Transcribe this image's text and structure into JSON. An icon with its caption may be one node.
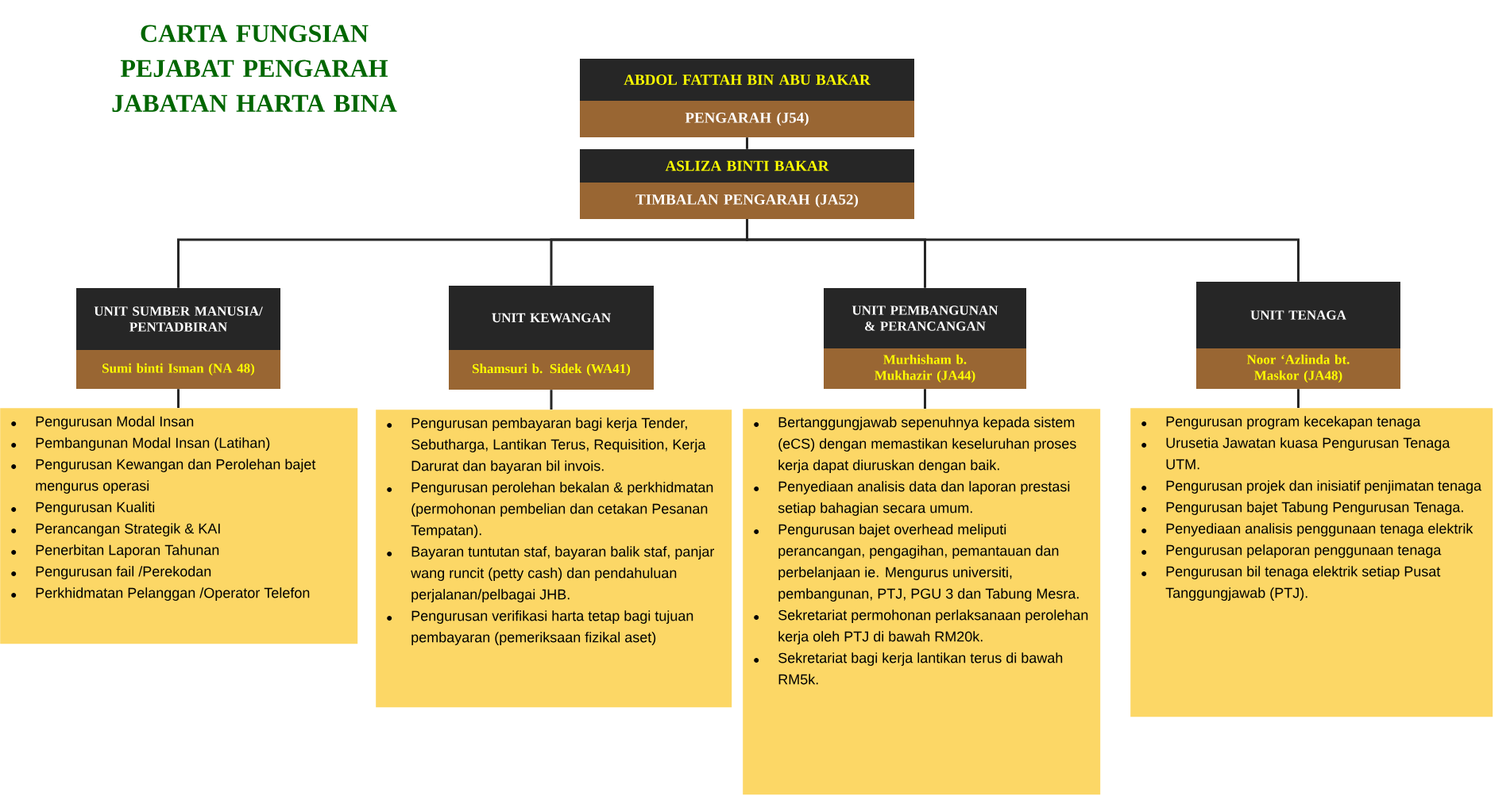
{
  "diagram": {
    "title": "CARTA FUNGSIAN PEJABAT PENGARAH JABATAN HARTA BINA",
    "nodes": [
      {
        "text": [
          "ABDOL FATTAH BIN ABU BAKAR",
          "PENGARAH (J54)"
        ]
      },
      {
        "text": [
          "ASLIZA BINTI BAKAR",
          "TIMBALAN PENGARAH  (JA52)"
        ]
      },
      {
        "text": [
          "UNIT SUMBER MANUSIA/ PENTADBIRAN",
          "Sumi binti Isman (NA 48)"
        ]
      },
      {
        "text": [
          "UNIT KEWANGAN",
          "Shamsuri b. Sidek (WA41)"
        ]
      },
      {
        "text": [
          "UNIT PEMBANGUNAN & PERANCANGAN",
          "Murhisham b. Mukhazir (JA44)"
        ]
      },
      {
        "text": [
          "UNIT TENAGA",
          "Noor ‘Azlinda bt. Maskor (JA48)"
        ]
      },
      {
        "text": [
          "Pengurusan Modal Insan",
          "Pembangunan Modal Insan (Latihan)",
          "Pengurusan Kewangan dan Perolehan bajet mengurus operasi",
          "Pengurusan Kualiti",
          "Perancangan Strategik & KAI",
          "Penerbitan Laporan Tahunan",
          "Pengurusan fail /Perekodan",
          "Perkhidmatan Pelanggan /Operator Telefon"
        ]
      },
      {
        "text": [
          "Pengurusan pembayaran bagi kerja Tender, Sebutharga, Lantikan Terus, Requisition, Kerja Darurat dan bayaran bil invois.",
          "Pengurusan perolehan bekalan & perkhidmatan (permohonan pembelian dan cetakan Pesanan Tempatan).",
          "Bayaran tuntutan staf, bayaran balik staf, panjar wang runcit (petty cash) dan pendahuluan perjalanan/pelbagai JHB.",
          "Pengurusan verifikasi harta tetap bagi tujuan pembayaran (pemeriksaan fizikal aset)"
        ]
      },
      {
        "text": [
          "Bertanggungjawab sepenuhnya kepada sistem (eCS) dengan memastikan keseluruhan proses kerja dapat diuruskan dengan baik.",
          "Penyediaan analisis data dan laporan prestasi setiap bahagian secara umum.",
          "Pengurusan bajet overhead meliputi perancangan, pengagihan, pemantauan dan perbelanjaan ie. Mengurus universiti, pembangunan, PTJ, PGU 3 dan Tabung Mesra.",
          "Sekretariat permohonan perlaksanaan perolehan kerja oleh PTJ di bawah RM20k.",
          "Sekretariat bagi kerja lantikan terus di bawah RM5k."
        ]
      },
      {
        "text": [
          "Pengurusan program kecekapan tenaga",
          "Urusetia Jawatan kuasa Pengurusan Tenaga UTM.",
          "Pengurusan projek dan inisiatif penjimatan tenaga",
          "Pengurusan bajet Tabung Pengurusan Tenaga.",
          "Penyediaan analisis penggunaan tenaga elektrik",
          "Pengurusan pelaporan penggunaan tenaga",
          "Pengurusan bil tenaga elektrik setiap Pusat Tanggungjawab (PTJ)."
        ]
      }
    ],
    "edges": [
      {
        "from": 0,
        "to": 1,
        "arrow": "none"
      },
      {
        "from": 1,
        "to": 2,
        "arrow": "none"
      },
      {
        "from": 1,
        "to": 3,
        "arrow": "none"
      },
      {
        "from": 1,
        "to": 4,
        "arrow": "none"
      },
      {
        "from": 1,
        "to": 5,
        "arrow": "none"
      },
      {
        "from": 2,
        "to": 6,
        "arrow": "none"
      },
      {
        "from": 3,
        "to": 7,
        "arrow": "none"
      },
      {
        "from": 4,
        "to": 8,
        "arrow": "none"
      },
      {
        "from": 5,
        "to": 9,
        "arrow": "none"
      }
    ]
  }
}
